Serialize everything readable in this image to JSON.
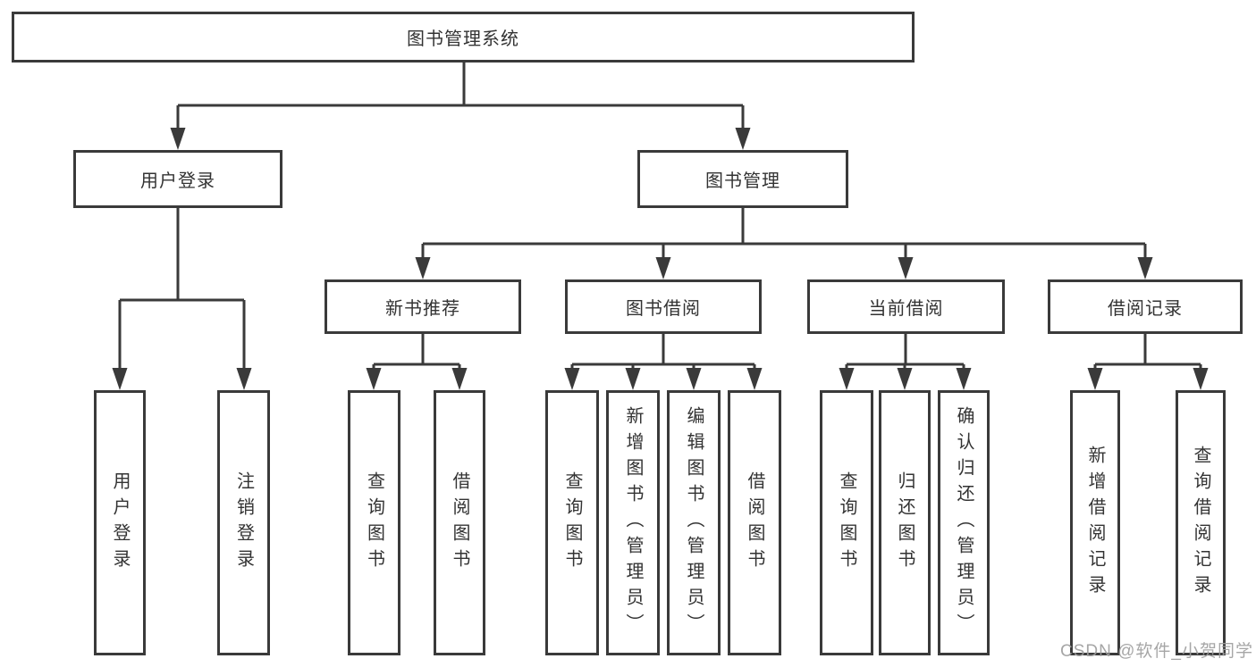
{
  "diagram": {
    "root": {
      "label": "图书管理系统"
    },
    "level2": [
      {
        "label": "用户登录"
      },
      {
        "label": "图书管理"
      }
    ],
    "level3": [
      {
        "label": "新书推荐"
      },
      {
        "label": "图书借阅"
      },
      {
        "label": "当前借阅"
      },
      {
        "label": "借阅记录"
      }
    ],
    "leaves": {
      "user_login": [
        "用户登录",
        "注销登录"
      ],
      "new_books": [
        "查询图书",
        "借阅图书"
      ],
      "book_borrow": [
        "查询图书",
        "新增图书（管理员）",
        "编辑图书（管理员）",
        "借阅图书"
      ],
      "current_borrow": [
        "查询图书",
        "归还图书",
        "确认归还（管理员）"
      ],
      "borrow_records": [
        "新增借阅记录",
        "查询借阅记录"
      ]
    },
    "colors": {
      "line": "#3a3a3a",
      "text": "#333333",
      "background": "#ffffff",
      "watermark": "#9e9e9e"
    }
  },
  "watermark": {
    "text": "CSDN @软件_小贺同学"
  }
}
